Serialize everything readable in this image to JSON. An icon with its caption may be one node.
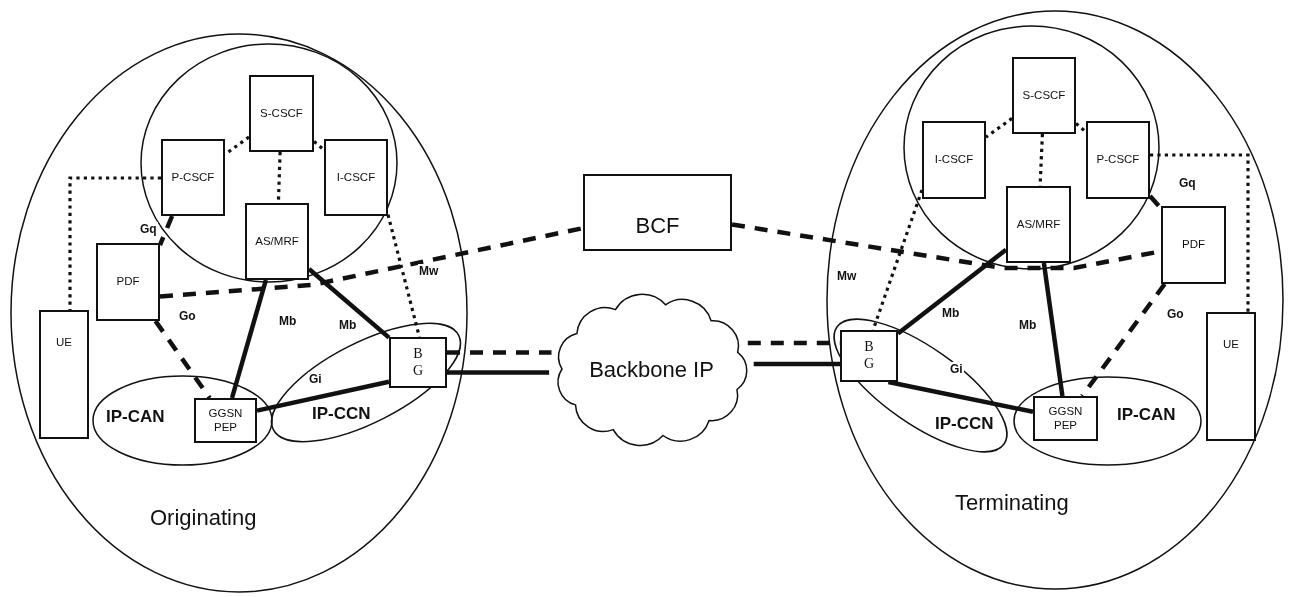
{
  "diagram": {
    "nodes": [
      {
        "text": [
          "Originating"
        ]
      },
      {
        "text": [],
        "shape": "circle",
        "in": 0
      },
      {
        "text": [
          "S-CSCF"
        ],
        "in": 1
      },
      {
        "text": [
          "P-CSCF"
        ],
        "in": 1
      },
      {
        "text": [
          "I-CSCF"
        ],
        "in": 1
      },
      {
        "text": [
          "AS/MRF"
        ],
        "in": 1
      },
      {
        "text": [
          "PDF"
        ],
        "in": 0
      },
      {
        "text": [
          "UE"
        ],
        "in": 0
      },
      {
        "text": [
          "IP-CAN"
        ],
        "in": 0
      },
      {
        "text": [
          "GGSN PEP"
        ],
        "in": 8
      },
      {
        "text": [
          "IP-CCN"
        ],
        "in": 0
      },
      {
        "text": [
          "B G"
        ],
        "in": 10
      },
      {
        "text": [
          "BCF"
        ]
      },
      {
        "text": [
          "Backbone IP"
        ]
      },
      {
        "text": [
          "Terminating"
        ]
      },
      {
        "text": [],
        "shape": "circle",
        "in": 14
      },
      {
        "text": [
          "S-CSCF"
        ],
        "in": 15
      },
      {
        "text": [
          "I-CSCF"
        ],
        "in": 15
      },
      {
        "text": [
          "P-CSCF"
        ],
        "in": 15
      },
      {
        "text": [
          "AS/MRF"
        ],
        "in": 15
      },
      {
        "text": [
          "PDF"
        ],
        "in": 14
      },
      {
        "text": [
          "UE"
        ],
        "in": 14
      },
      {
        "text": [
          "IP-CCN"
        ],
        "in": 14
      },
      {
        "text": [
          "B G"
        ],
        "in": 22
      },
      {
        "text": [
          "IP-CAN"
        ],
        "in": 14
      },
      {
        "text": [
          "GGSN PEP"
        ],
        "in": 24
      }
    ],
    "edges": [
      {
        "from": 2,
        "to": 3,
        "arrow": "none",
        "style": "dashed"
      },
      {
        "from": 2,
        "to": 4,
        "arrow": "none",
        "style": "dashed"
      },
      {
        "from": 2,
        "to": 5,
        "arrow": "none",
        "style": "dashed"
      },
      {
        "from": 3,
        "to": 7,
        "arrow": "none",
        "style": "dashed"
      },
      {
        "from": 3,
        "to": 6,
        "arrow": "none",
        "label": "Gq",
        "style": "dashed"
      },
      {
        "from": 6,
        "to": 9,
        "arrow": "none",
        "label": "Go",
        "style": "dashed"
      },
      {
        "from": 5,
        "to": 9,
        "arrow": "none",
        "label": "Mb"
      },
      {
        "from": 5,
        "to": 11,
        "arrow": "none",
        "label": "Mb"
      },
      {
        "from": 4,
        "to": 11,
        "arrow": "none",
        "label": "Mw",
        "style": "dashed"
      },
      {
        "from": 9,
        "to": 11,
        "arrow": "none",
        "label": "Gi"
      },
      {
        "from": 6,
        "to": 12,
        "arrow": "none",
        "style": "dashed"
      },
      {
        "from": 11,
        "to": 13,
        "arrow": "none"
      },
      {
        "from": 11,
        "to": 13,
        "arrow": "none",
        "style": "dashed"
      },
      {
        "from": 13,
        "to": 23,
        "arrow": "none"
      },
      {
        "from": 13,
        "to": 23,
        "arrow": "none",
        "style": "dashed"
      },
      {
        "from": 12,
        "to": 20,
        "arrow": "none",
        "style": "dashed"
      },
      {
        "from": 16,
        "to": 17,
        "arrow": "none",
        "style": "dashed"
      },
      {
        "from": 16,
        "to": 18,
        "arrow": "none",
        "style": "dashed"
      },
      {
        "from": 16,
        "to": 19,
        "arrow": "none",
        "style": "dashed"
      },
      {
        "from": 18,
        "to": 21,
        "arrow": "none",
        "style": "dashed"
      },
      {
        "from": 18,
        "to": 20,
        "arrow": "none",
        "label": "Gq",
        "style": "dashed"
      },
      {
        "from": 20,
        "to": 25,
        "arrow": "none",
        "label": "Go",
        "style": "dashed"
      },
      {
        "from": 19,
        "to": 25,
        "arrow": "none",
        "label": "Mb"
      },
      {
        "from": 19,
        "to": 23,
        "arrow": "none",
        "label": "Mb"
      },
      {
        "from": 17,
        "to": 23,
        "arrow": "none",
        "label": "Mw",
        "style": "dashed"
      },
      {
        "from": 25,
        "to": 23,
        "arrow": "none",
        "label": "Gi"
      }
    ]
  }
}
